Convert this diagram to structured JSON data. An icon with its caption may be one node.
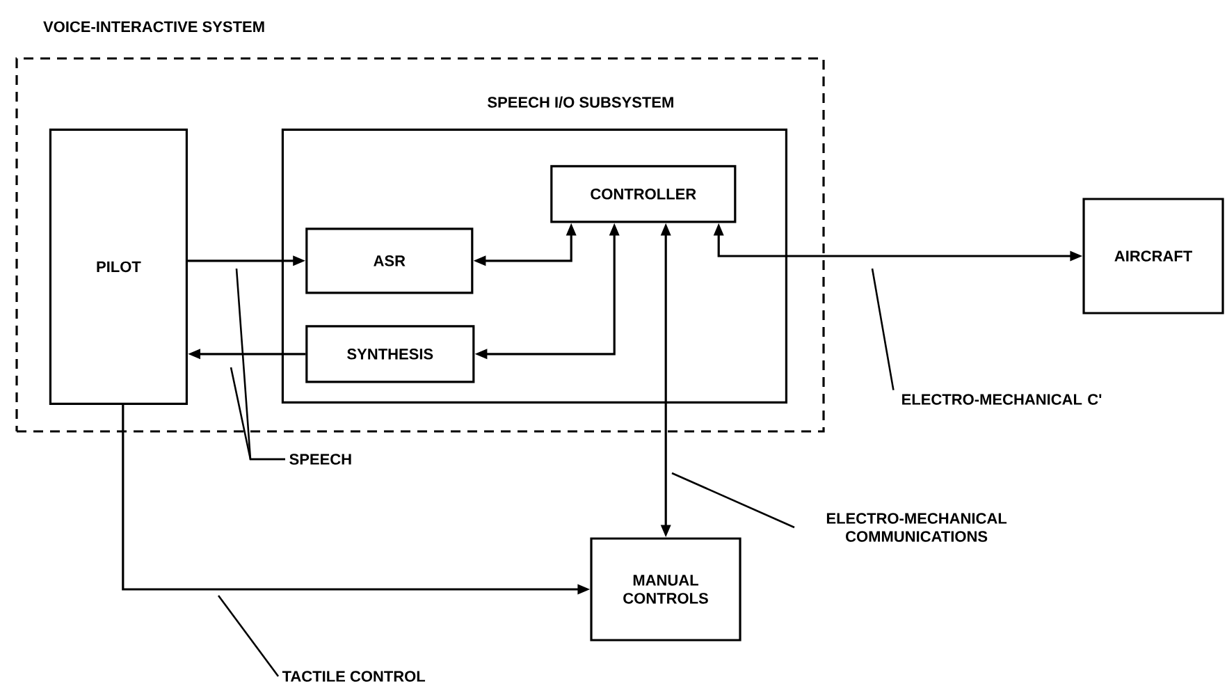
{
  "diagram": {
    "nodes": [
      {
        "text": [
          "VOICE-INTERACTIVE SYSTEM"
        ]
      },
      {
        "text": [
          "SPEECH I/O SUBSYSTEM"
        ],
        "in": 0
      },
      {
        "text": [
          "PILOT"
        ],
        "in": 0
      },
      {
        "text": [
          "CONTROLLER"
        ],
        "in": 1
      },
      {
        "text": [
          "ASR"
        ],
        "in": 1
      },
      {
        "text": [
          "SYNTHESIS"
        ],
        "in": 1
      },
      {
        "text": [
          "AIRCRAFT"
        ]
      },
      {
        "text": [
          "MANUAL CONTROLS"
        ]
      },
      {
        "text": [
          "SPEECH"
        ]
      },
      {
        "text": [
          "ELECTRO-MECHANICAL C'"
        ]
      },
      {
        "text": [
          "ELECTRO-MECHANICAL COMMUNICATIONS"
        ]
      },
      {
        "text": [
          "TACTILE CONTROL"
        ]
      }
    ],
    "edges": [
      {
        "from": 2,
        "to": 4,
        "arrow": "to"
      },
      {
        "from": 4,
        "to": 3,
        "arrow": "both"
      },
      {
        "from": 5,
        "to": 3,
        "arrow": "both"
      },
      {
        "from": 3,
        "to": 7,
        "arrow": "both"
      },
      {
        "from": 3,
        "to": 6,
        "arrow": "both"
      },
      {
        "from": 5,
        "to": 2,
        "arrow": "to"
      },
      {
        "from": 2,
        "to": 7,
        "arrow": "to"
      },
      {
        "from": 8,
        "to": null,
        "arrow": "none"
      },
      {
        "from": 8,
        "to": null,
        "arrow": "none"
      },
      {
        "from": 9,
        "to": null,
        "arrow": "none"
      },
      {
        "from": 10,
        "to": null,
        "arrow": "none"
      },
      {
        "from": 11,
        "to": null,
        "arrow": "none"
      }
    ]
  }
}
